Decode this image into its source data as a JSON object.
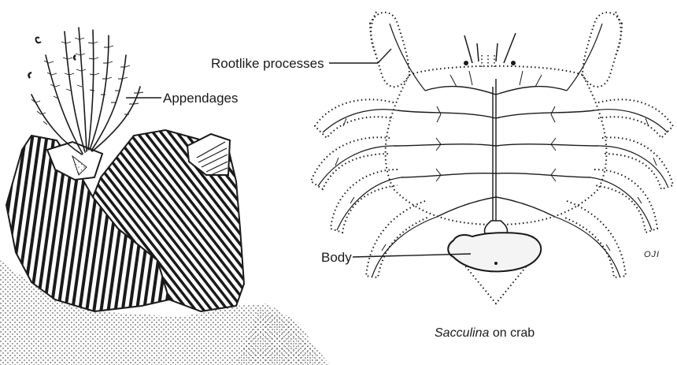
{
  "labels": {
    "appendages": "Appendages",
    "rootlike": "Rootlike processes",
    "body": "Body"
  },
  "caption": {
    "italic": "Sacculina",
    "rest": " on crab"
  },
  "signature": "OJI",
  "colors": {
    "ink": "#1a1a1a",
    "paper": "#ffffff",
    "body_fill": "#f4f4f4"
  }
}
